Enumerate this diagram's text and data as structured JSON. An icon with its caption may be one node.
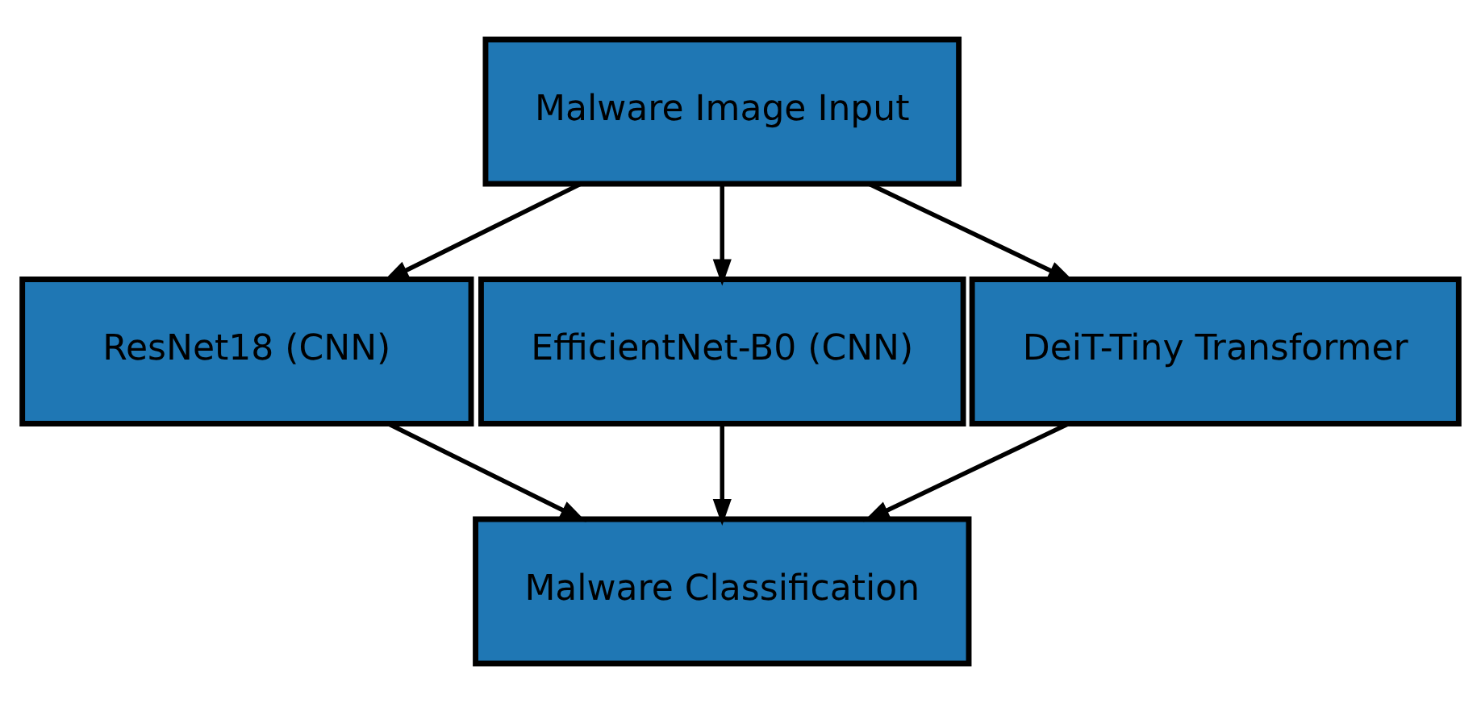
{
  "diagram": {
    "nodes": [
      {
        "text": [
          "Malware Image Input"
        ]
      },
      {
        "text": [
          "ResNet18 (CNN)"
        ]
      },
      {
        "text": [
          "EfficientNet-B0 (CNN)"
        ]
      },
      {
        "text": [
          "DeiT-Tiny Transformer"
        ]
      },
      {
        "text": [
          "Malware Classification"
        ]
      }
    ],
    "edges": [
      {
        "from": 0,
        "to": 1,
        "arrow": "to"
      },
      {
        "from": 0,
        "to": 2,
        "arrow": "to"
      },
      {
        "from": 0,
        "to": 3,
        "arrow": "to"
      },
      {
        "from": 1,
        "to": 4,
        "arrow": "to"
      },
      {
        "from": 2,
        "to": 4,
        "arrow": "to"
      },
      {
        "from": 3,
        "to": 4,
        "arrow": "to"
      }
    ]
  }
}
